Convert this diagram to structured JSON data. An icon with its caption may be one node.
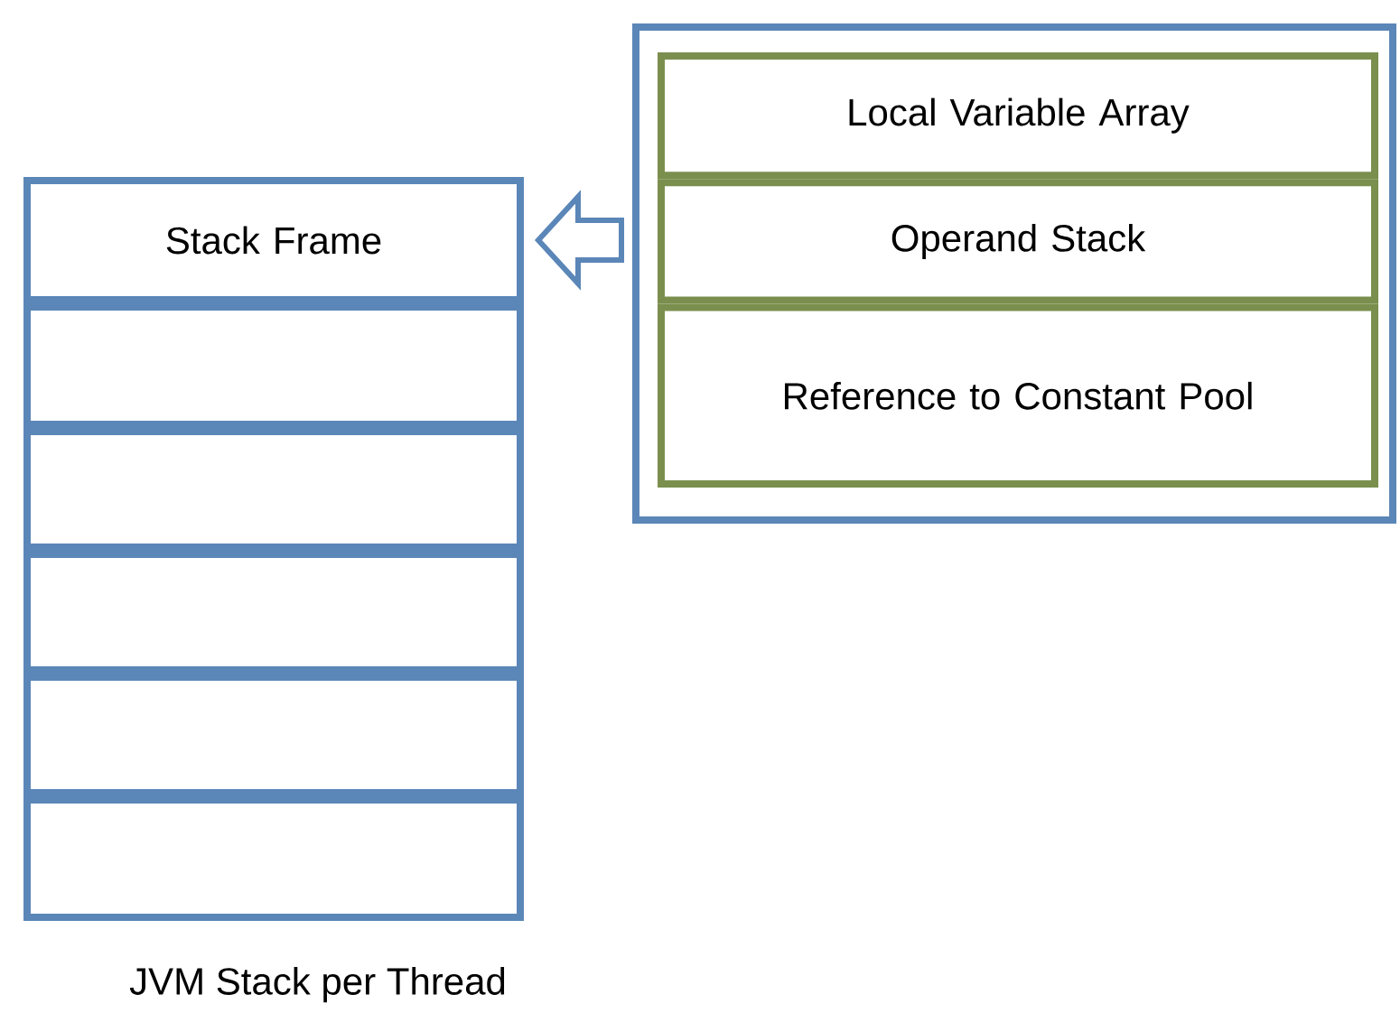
{
  "diagram": {
    "nodes": [
      {
        "text": [
          "Stack Frame"
        ]
      },
      {
        "text": [],
        "shape": "box"
      },
      {
        "text": [],
        "shape": "box"
      },
      {
        "text": [],
        "shape": "box"
      },
      {
        "text": [],
        "shape": "box"
      },
      {
        "text": [],
        "shape": "box"
      },
      {
        "text": [],
        "shape": "box"
      },
      {
        "text": [
          "Local Variable Array"
        ],
        "in": 6
      },
      {
        "text": [
          "Operand Stack"
        ],
        "in": 6
      },
      {
        "text": [
          "Reference to Constant Pool"
        ],
        "in": 6
      }
    ],
    "edges": [
      {
        "from": 6,
        "to": 0,
        "arrow": "to"
      }
    ],
    "labels": [
      "JVM Stack per Thread"
    ]
  }
}
